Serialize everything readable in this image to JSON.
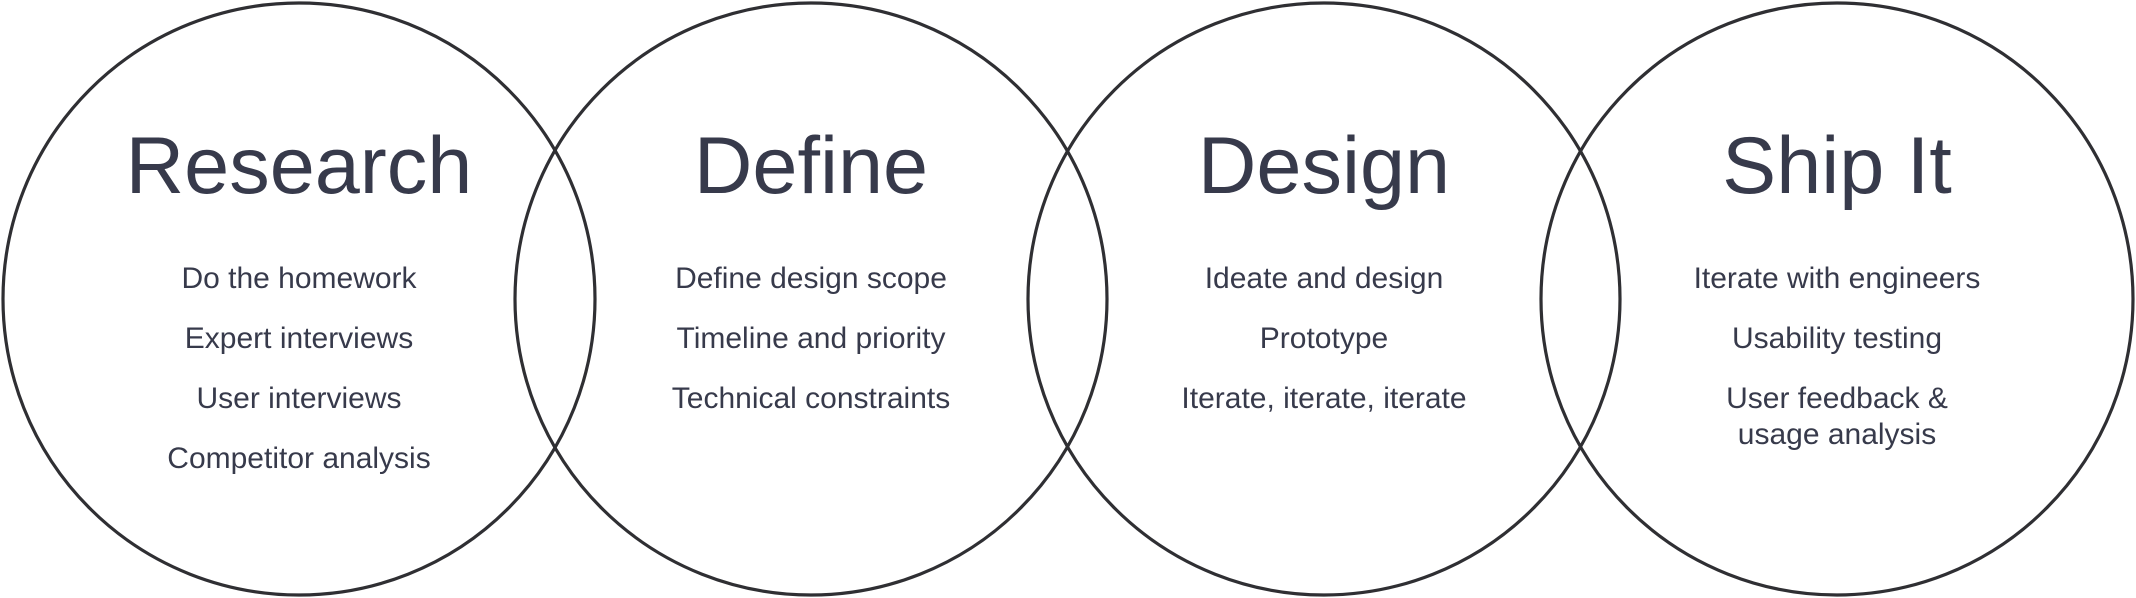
{
  "colors": {
    "circle_stroke": "#2f2f33",
    "text": "#373a4b",
    "background": "#ffffff"
  },
  "phases": [
    {
      "title": "Research",
      "items": [
        [
          "Do the homework"
        ],
        [
          "Expert interviews"
        ],
        [
          "User interviews"
        ],
        [
          "Competitor analysis"
        ]
      ]
    },
    {
      "title": "Define",
      "items": [
        [
          "Define design scope"
        ],
        [
          "Timeline and priority"
        ],
        [
          "Technical constraints"
        ]
      ]
    },
    {
      "title": "Design",
      "items": [
        [
          "Ideate and design"
        ],
        [
          "Prototype"
        ],
        [
          "Iterate, iterate, iterate"
        ]
      ]
    },
    {
      "title": "Ship It",
      "items": [
        [
          "Iterate with engineers"
        ],
        [
          "Usability testing"
        ],
        [
          "User feedback &",
          "usage analysis"
        ]
      ]
    }
  ]
}
